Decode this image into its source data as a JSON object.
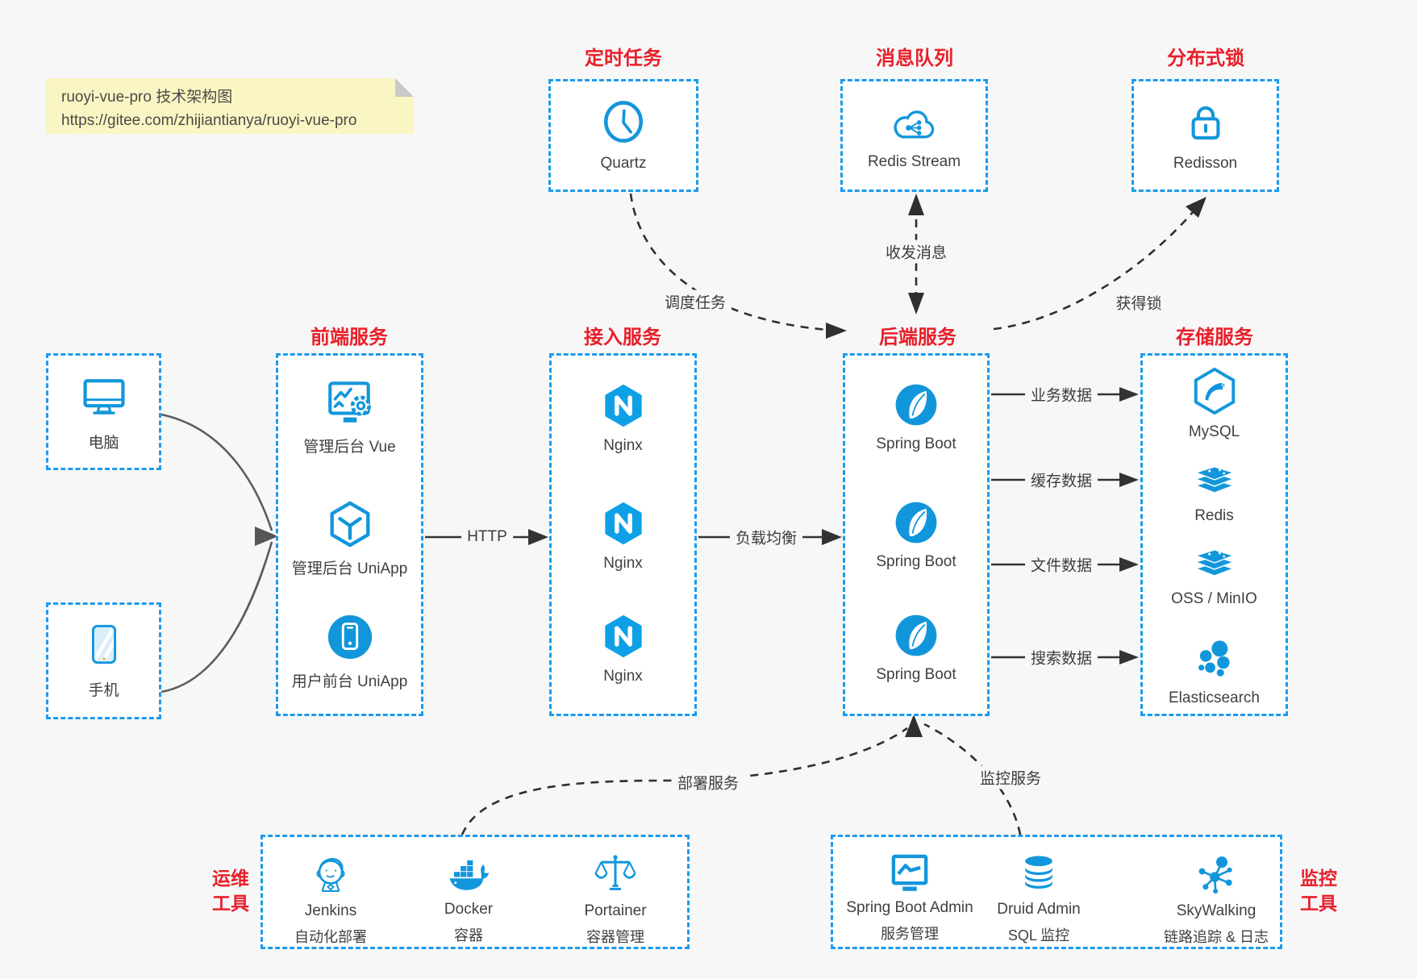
{
  "note": {
    "line1": "ruoyi-vue-pro 技术架构图",
    "line2": "https://gitee.com/zhijiantianya/ruoyi-vue-pro"
  },
  "top_groups": [
    {
      "title": "定时任务",
      "item": "Quartz",
      "icon": "clock-icon"
    },
    {
      "title": "消息队列",
      "item": "Redis Stream",
      "icon": "cloud-message-icon"
    },
    {
      "title": "分布式锁",
      "item": "Redisson",
      "icon": "lock-icon"
    }
  ],
  "clients": [
    {
      "label": "电脑",
      "icon": "desktop-icon"
    },
    {
      "label": "手机",
      "icon": "phone-icon"
    }
  ],
  "columns": [
    {
      "title": "前端服务",
      "items": [
        {
          "label": "管理后台 Vue",
          "icon": "admin-vue-icon"
        },
        {
          "label": "管理后台 UniApp",
          "icon": "cube-icon"
        },
        {
          "label": "用户前台 UniApp",
          "icon": "mobile-app-icon"
        }
      ]
    },
    {
      "title": "接入服务",
      "items": [
        {
          "label": "Nginx",
          "icon": "nginx-icon"
        },
        {
          "label": "Nginx",
          "icon": "nginx-icon"
        },
        {
          "label": "Nginx",
          "icon": "nginx-icon"
        }
      ]
    },
    {
      "title": "后端服务",
      "items": [
        {
          "label": "Spring Boot",
          "icon": "spring-boot-icon"
        },
        {
          "label": "Spring Boot",
          "icon": "spring-boot-icon"
        },
        {
          "label": "Spring Boot",
          "icon": "spring-boot-icon"
        }
      ]
    },
    {
      "title": "存储服务",
      "items": [
        {
          "label": "MySQL",
          "icon": "mysql-icon"
        },
        {
          "label": "Redis",
          "icon": "redis-stack-icon"
        },
        {
          "label": "OSS / MinIO",
          "icon": "storage-stack-icon"
        },
        {
          "label": "Elasticsearch",
          "icon": "elasticsearch-icon"
        }
      ]
    }
  ],
  "edges": {
    "http": "HTTP",
    "load_balance": "负载均衡",
    "schedule": "调度任务",
    "message": "收发消息",
    "lock": "获得锁",
    "business": "业务数据",
    "cache": "缓存数据",
    "file": "文件数据",
    "search": "搜索数据",
    "deploy": "部署服务",
    "monitor": "监控服务"
  },
  "bottom_groups": [
    {
      "title": "运维\n工具",
      "items": [
        {
          "name": "Jenkins",
          "desc": "自动化部署",
          "icon": "jenkins-icon"
        },
        {
          "name": "Docker",
          "desc": "容器",
          "icon": "docker-icon"
        },
        {
          "name": "Portainer",
          "desc": "容器管理",
          "icon": "portainer-icon"
        }
      ]
    },
    {
      "title": "监控\n工具",
      "items": [
        {
          "name": "Spring Boot Admin",
          "desc": "服务管理",
          "icon": "spring-boot-admin-icon"
        },
        {
          "name": "Druid Admin",
          "desc": "SQL 监控",
          "icon": "druid-icon"
        },
        {
          "name": "SkyWalking",
          "desc": "链路追踪 & 日志",
          "icon": "skywalking-icon"
        }
      ]
    }
  ],
  "colors": {
    "border_blue": "#1b9bee",
    "icon_blue": "#1296db",
    "header_red": "#e8202a",
    "note_bg": "#faf6c3",
    "background": "#f7f7f8",
    "line_dark": "#2f2f2f"
  }
}
